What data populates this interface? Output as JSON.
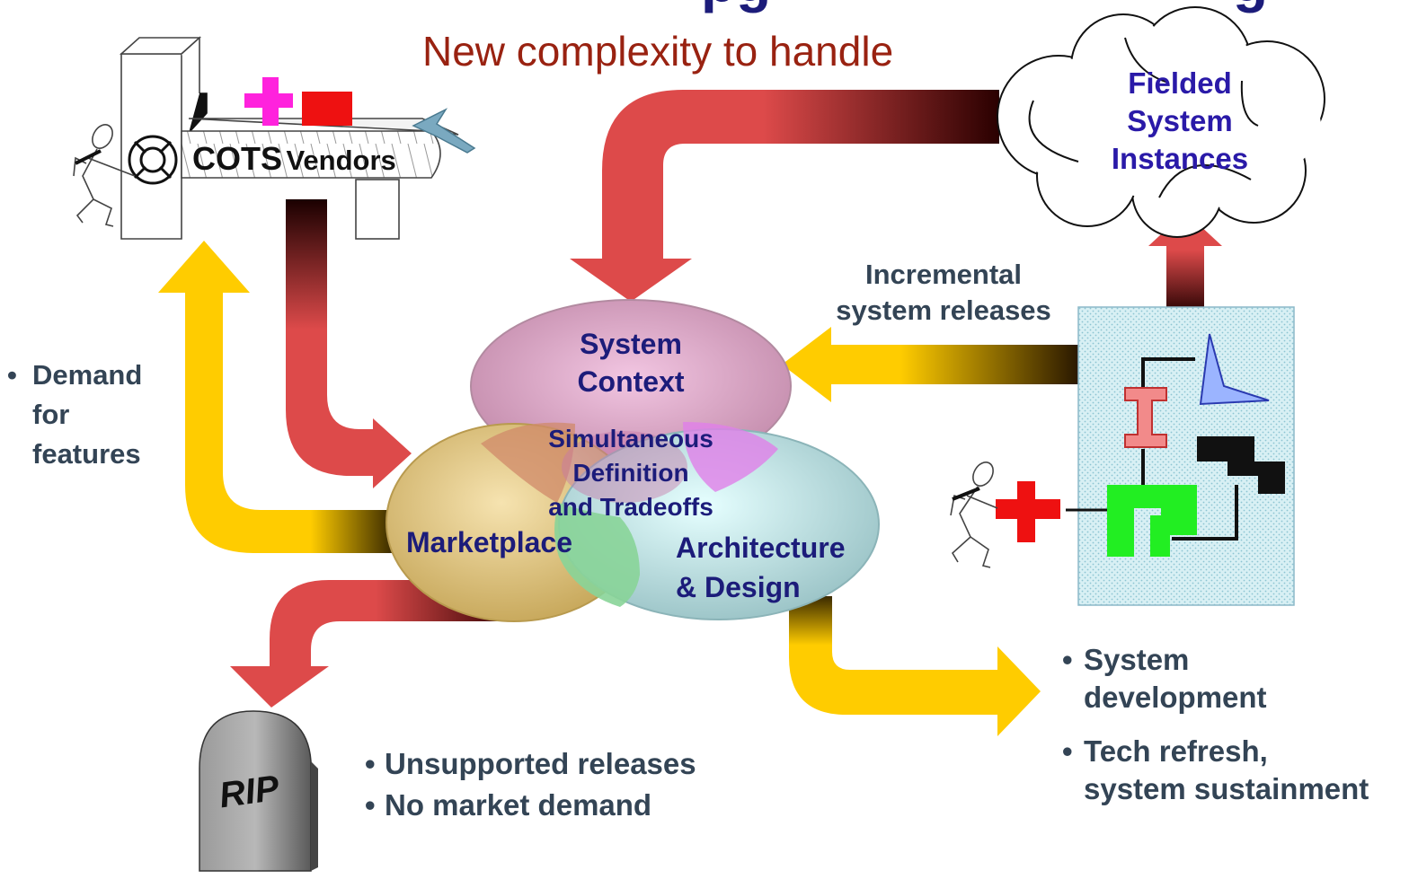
{
  "header": {
    "title_fragment": "pg",
    "title_fragment_right": "g",
    "subtitle": "New complexity to handle"
  },
  "cots": {
    "label_main": "COTS",
    "label_sub": "Vendors"
  },
  "cloud": {
    "label": [
      "Fielded",
      "System",
      "Instances"
    ]
  },
  "venn": {
    "system_context": [
      "System",
      "Context"
    ],
    "marketplace": "Marketplace",
    "architecture": [
      "Architecture",
      "& Design"
    ],
    "center": [
      "Simultaneous",
      "Definition",
      "and Tradeoffs"
    ]
  },
  "incremental": [
    "Incremental",
    "system releases"
  ],
  "demand": {
    "bullet": "•",
    "lines": [
      "Demand",
      "for",
      "features"
    ]
  },
  "tombstone": {
    "label": "RIP"
  },
  "unsupported": {
    "items": [
      "Unsupported releases",
      "No market demand"
    ]
  },
  "development": {
    "items": [
      [
        "System",
        "development"
      ],
      [
        "Tech refresh,",
        "system sustainment"
      ]
    ]
  },
  "colors": {
    "red_arrow": "#dd4a4a",
    "yellow_arrow": "#ffcc00",
    "system_context": "#cc99bb",
    "marketplace": "#d9b868",
    "architecture": "#a8d8dc",
    "venn_center_green": "#88d498",
    "subtitle": "#992211",
    "navy_text": "#1c1c7a",
    "slate_text": "#334455"
  }
}
